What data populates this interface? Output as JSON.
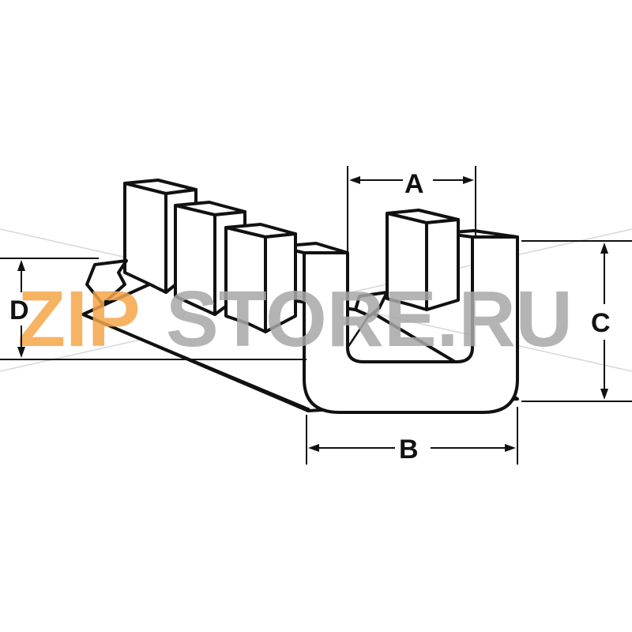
{
  "diagram": {
    "labels": {
      "a": "A",
      "b": "B",
      "c": "C",
      "d": "D"
    }
  },
  "watermark": {
    "part1": "ZIP",
    "part2": "STORE.RU",
    "color1": "#f5a64a",
    "color2": "#a8a8a8"
  },
  "colors": {
    "stroke": "#111111",
    "background": "#ffffff"
  }
}
